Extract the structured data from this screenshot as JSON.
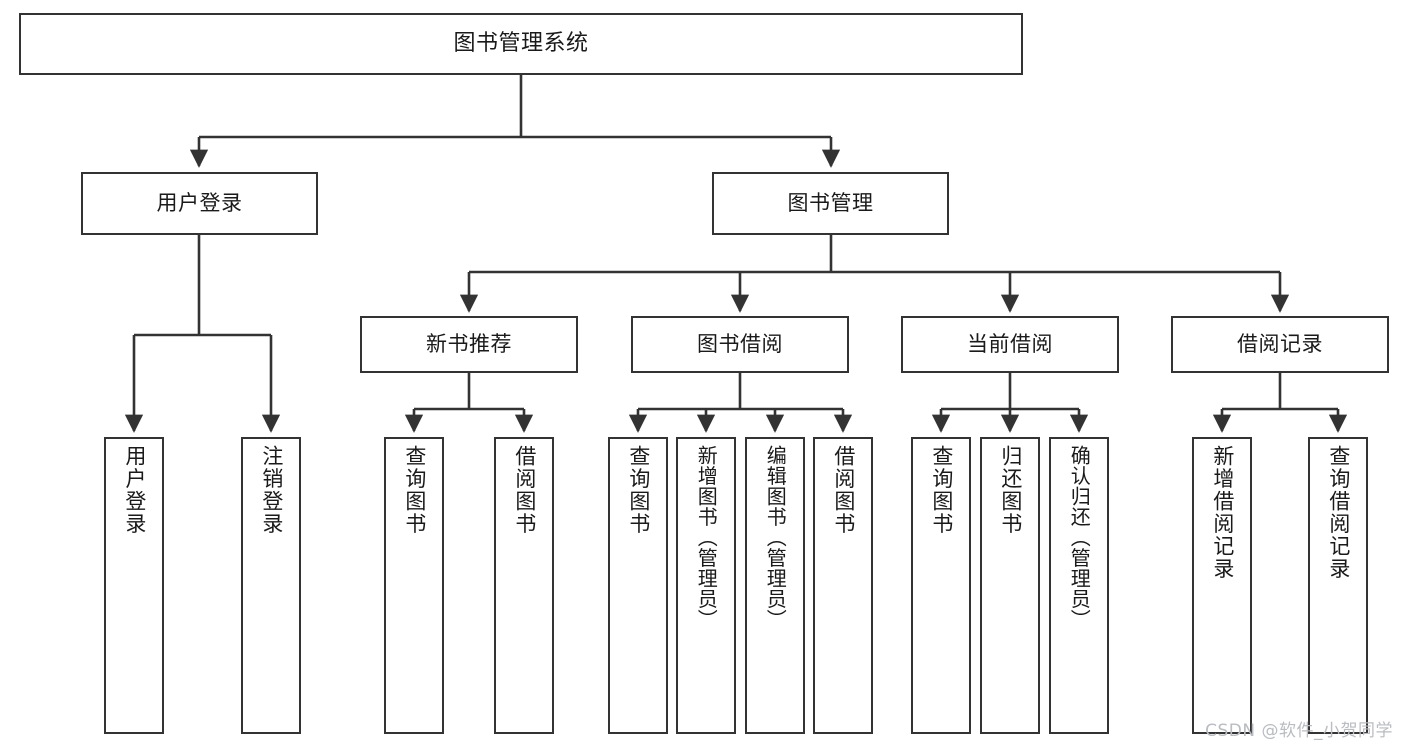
{
  "diagram": {
    "title": "图书管理系统",
    "type": "hierarchy-tree",
    "root": {
      "label": "图书管理系统"
    },
    "level2": [
      {
        "label": "用户登录"
      },
      {
        "label": "图书管理"
      }
    ],
    "level3": [
      {
        "label": "新书推荐"
      },
      {
        "label": "图书借阅"
      },
      {
        "label": "当前借阅"
      },
      {
        "label": "借阅记录"
      }
    ],
    "leaves": {
      "user_login": [
        {
          "label": "用户登录"
        },
        {
          "label": "注销登录"
        }
      ],
      "new_book_recommend": [
        {
          "label": "查询图书"
        },
        {
          "label": "借阅图书"
        }
      ],
      "book_borrow": [
        {
          "label": "查询图书"
        },
        {
          "label": "新增图书（管理员）"
        },
        {
          "label": "编辑图书（管理员）"
        },
        {
          "label": "借阅图书"
        }
      ],
      "current_borrow": [
        {
          "label": "查询图书"
        },
        {
          "label": "归还图书"
        },
        {
          "label": "确认归还（管理员）"
        }
      ],
      "borrow_record": [
        {
          "label": "新增借阅记录"
        },
        {
          "label": "查询借阅记录"
        }
      ]
    }
  },
  "watermark": {
    "text": "CSDN @软件_小贺同学"
  },
  "colors": {
    "stroke": "#333333",
    "fill": "#ffffff",
    "text": "#1a1a1a",
    "watermark": "#b9bcc0"
  }
}
